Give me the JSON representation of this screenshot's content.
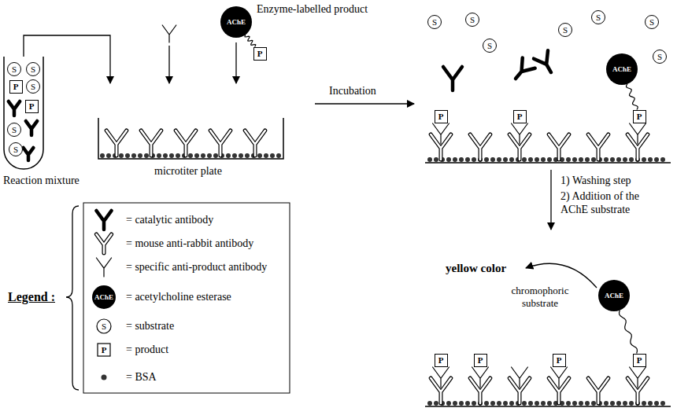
{
  "diagram": {
    "nodes": [
      {
        "text": [
          "AChE"
        ]
      },
      {
        "text": [
          "P"
        ]
      },
      {
        "text": [
          "S"
        ]
      },
      {
        "text": [
          "S"
        ]
      },
      {
        "text": [
          "P"
        ]
      },
      {
        "text": [
          "S"
        ]
      },
      {
        "text": [
          "P"
        ]
      },
      {
        "text": [
          "S"
        ]
      },
      {
        "text": [
          "S"
        ]
      },
      {
        "text": [
          "S"
        ]
      },
      {
        "text": [
          "S"
        ]
      },
      {
        "text": [
          "S"
        ]
      },
      {
        "text": [
          "S"
        ]
      },
      {
        "text": [
          "S"
        ]
      },
      {
        "text": [
          "S"
        ]
      },
      {
        "text": [
          "S"
        ]
      },
      {
        "text": [
          "AChE"
        ]
      },
      {
        "text": [
          "P"
        ]
      },
      {
        "text": [
          "P"
        ]
      },
      {
        "text": [
          "P"
        ]
      },
      {
        "text": [
          "AChE"
        ]
      },
      {
        "text": [
          "P"
        ]
      },
      {
        "text": [
          "P"
        ]
      },
      {
        "text": [
          "P"
        ]
      },
      {
        "text": [
          "P"
        ]
      }
    ],
    "edges": [
      {
        "from": 0,
        "to": 1,
        "arrow": "none"
      },
      {
        "from": 16,
        "to": 17,
        "arrow": "none"
      },
      {
        "from": 20,
        "to": 21,
        "arrow": "none"
      }
    ],
    "labels": [
      "Enzyme-labelled product",
      "Reaction mixture",
      "microtiter plate",
      "Incubation",
      "1) Washing step",
      "2) Addition of the AChE substrate",
      "yellow color",
      "chromophoric substrate",
      "Legend :",
      "AChE",
      "S",
      "P"
    ],
    "legend": [
      {
        "text": "= catalytic antibody"
      },
      {
        "text": "= mouse anti-rabbit antibody"
      },
      {
        "text": "= specific anti-product antibody"
      },
      {
        "text": "= acetylcholine esterase"
      },
      {
        "text": "= substrate"
      },
      {
        "text": "= product"
      },
      {
        "text": "= BSA"
      }
    ]
  }
}
